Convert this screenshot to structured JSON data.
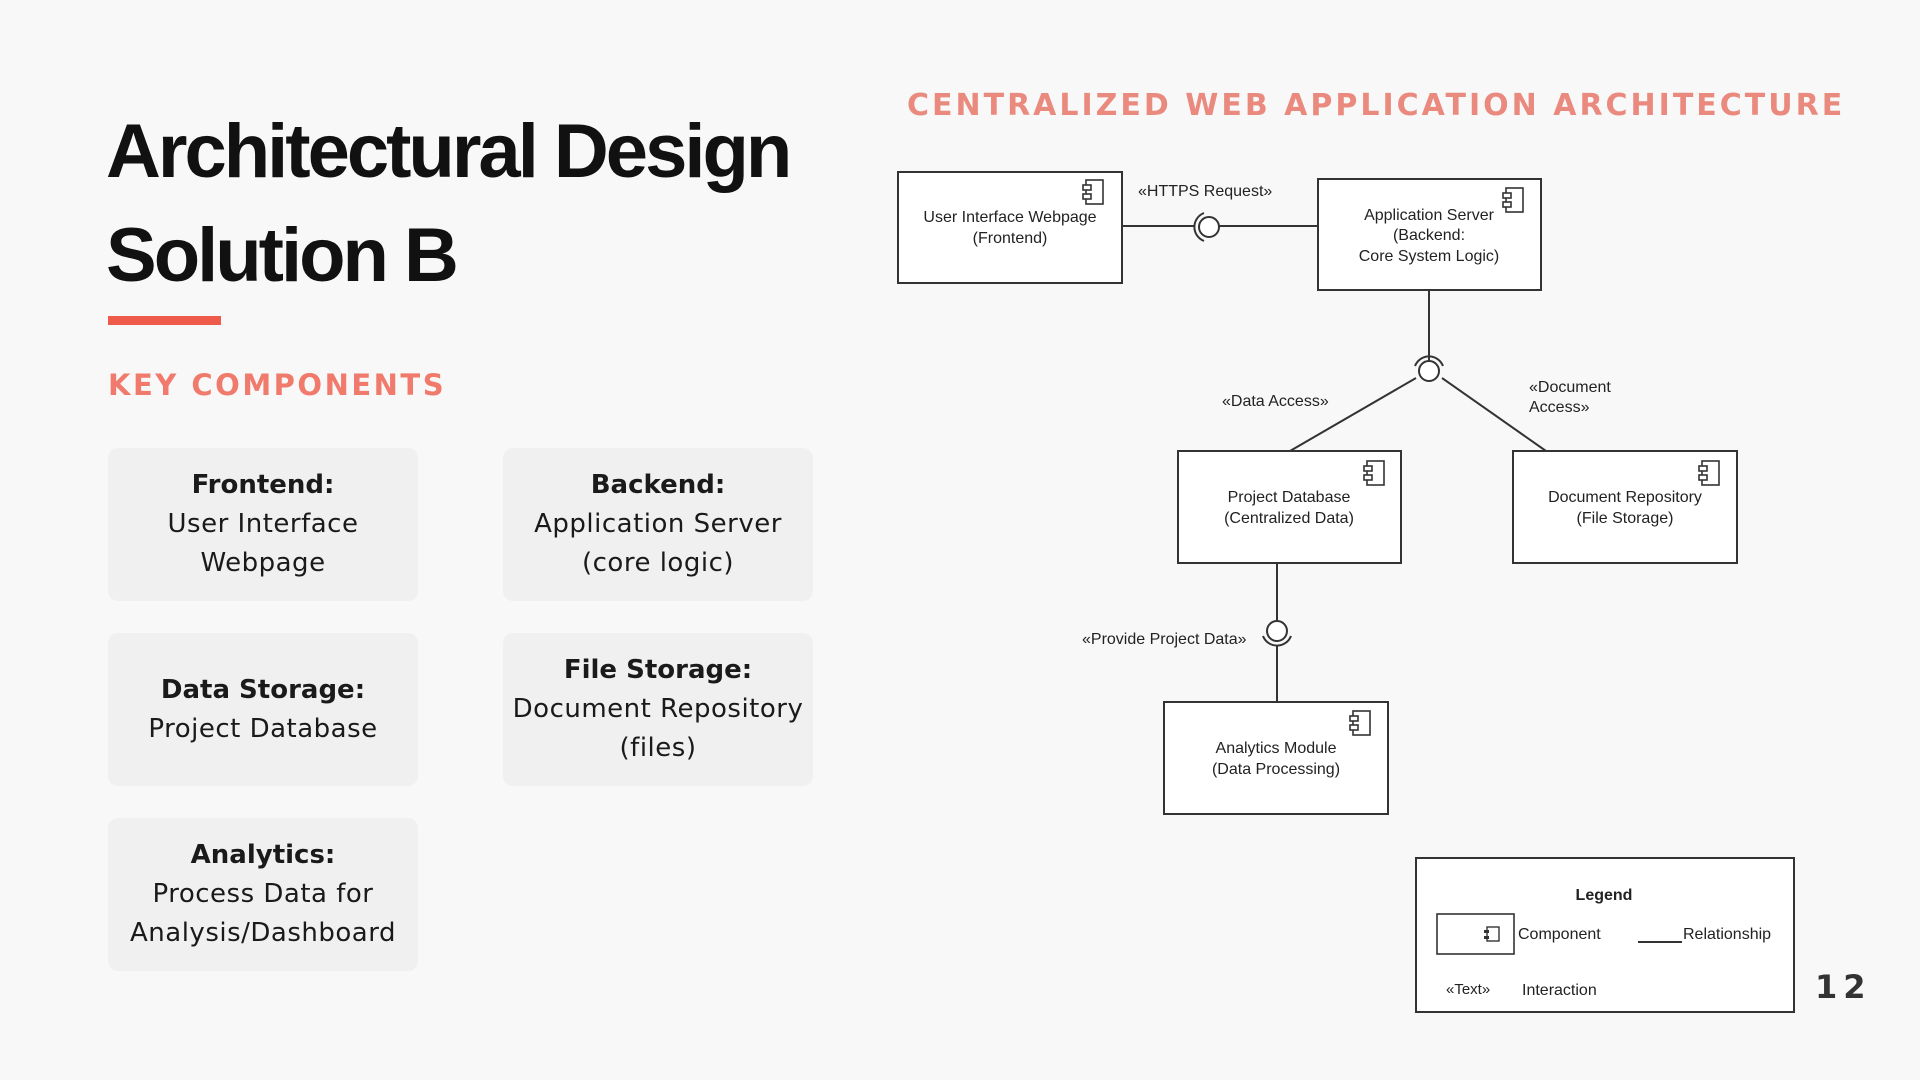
{
  "title": {
    "line1": "Architectural Design",
    "line2": "Solution B"
  },
  "key_components": {
    "heading": "KEY COMPONENTS",
    "cards": [
      {
        "title": "Frontend:",
        "body": "User Interface Webpage"
      },
      {
        "title": "Backend:",
        "body": "Application Server (core logic)"
      },
      {
        "title": "Data Storage:",
        "body": "Project Database"
      },
      {
        "title": "File Storage:",
        "body": "Document Repository (files)"
      },
      {
        "title": "Analytics:",
        "body": "Process Data for Analysis/Dashboard"
      }
    ]
  },
  "diagram": {
    "title": "CENTRALIZED WEB APPLICATION ARCHITECTURE",
    "components": {
      "ui": {
        "line1": "User Interface Webpage",
        "line2": "(Frontend)"
      },
      "app": {
        "line1": "Application Server",
        "line2": "(Backend:",
        "line3": "Core System Logic)"
      },
      "db": {
        "line1": "Project Database",
        "line2": "(Centralized Data)"
      },
      "docs": {
        "line1": "Document Repository",
        "line2": "(File Storage)"
      },
      "analytics": {
        "line1": "Analytics Module",
        "line2": "(Data Processing)"
      }
    },
    "interactions": {
      "https": "«HTTPS Request»",
      "data_access": "«Data Access»",
      "doc_access_1": "«Document",
      "doc_access_2": "Access»",
      "provide_data": "«Provide Project Data»"
    },
    "legend": {
      "title": "Legend",
      "component": "Component",
      "relationship": "Relationship",
      "text_sample": "«Text»",
      "interaction": "Interaction"
    }
  },
  "page_number": "12",
  "colors": {
    "accent": "#ee5b4b",
    "heading": "#f07a6c",
    "diagram_title": "#ea8a7e"
  }
}
